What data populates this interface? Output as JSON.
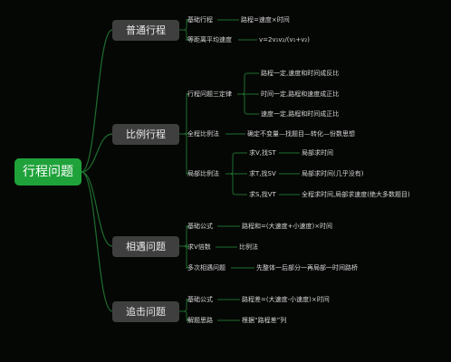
{
  "watermark": "",
  "root": "行程问题",
  "branches": [
    {
      "label": "普通行程",
      "children": [
        {
          "label": "基础行程",
          "children": [
            "路程=速度×时间"
          ]
        },
        {
          "label": "等距离平均速度",
          "children": [
            "v=2v₁v₂/(v₁+v₂)"
          ]
        }
      ]
    },
    {
      "label": "比例行程",
      "children": [
        {
          "label": "行程问题三定律",
          "children": [
            "路程一定,速度和时间成反比",
            "时间一定,路程和速度成正比",
            "速度一定,路程和时间成正比"
          ]
        },
        {
          "label": "全程比例法",
          "children": [
            "确定不变量—找题目—转化—份数思想"
          ]
        },
        {
          "label": "局部比例法",
          "children": [
            {
              "label": "求V,找ST",
              "children": [
                "局部求时间"
              ]
            },
            {
              "label": "求T,找SV",
              "children": [
                "局部求时间(几乎没有)"
              ]
            },
            {
              "label": "求S,找VT",
              "children": [
                "全程求时间,局部求速度(绝大多数题目)"
              ]
            }
          ]
        }
      ]
    },
    {
      "label": "相遇问题",
      "children": [
        {
          "label": "基础公式",
          "children": [
            "路程和=(大速度+小速度)×时间"
          ]
        },
        {
          "label": "求V倍数",
          "children": [
            "比例法"
          ]
        },
        {
          "label": "多次相遇问题",
          "children": [
            "先整体一后部分一再局部一时间路桥"
          ]
        }
      ]
    },
    {
      "label": "追击问题",
      "children": [
        {
          "label": "基础公式",
          "children": [
            "路程差=(大速度-小速度)×时间"
          ]
        },
        {
          "label": "解题思路",
          "children": [
            "根据“路程差”列"
          ]
        }
      ]
    }
  ]
}
